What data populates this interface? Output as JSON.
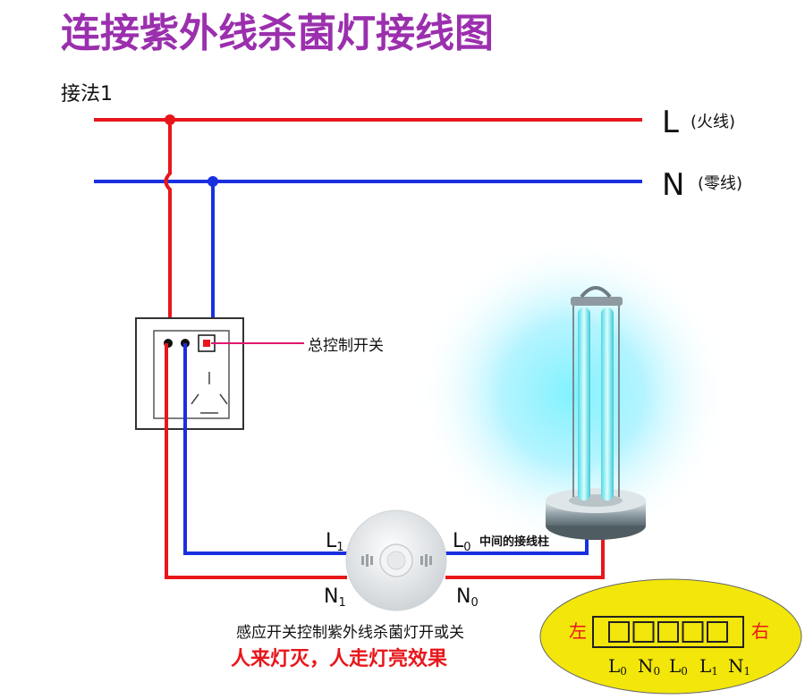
{
  "title": "连接紫外线杀菌灯接线图",
  "method": "接法1",
  "lines": {
    "live_letter": "L",
    "live_name": "(火线)",
    "neutral_letter": "N",
    "neutral_name": "(零线)"
  },
  "colors": {
    "live": "#e8161b",
    "neutral": "#1a2fe0",
    "title": "#9b2fae",
    "callout": "#e0186e",
    "note": "#e8161b",
    "panel": "#f2e60a"
  },
  "switch_callout": "总控制开关",
  "sensor": {
    "L1": "L",
    "L1_sub": "1",
    "L0": "L",
    "L0_sub": "0",
    "N1": "N",
    "N1_sub": "1",
    "N0": "N",
    "N0_sub": "0",
    "terminal_note": "中间的接线柱"
  },
  "caption": "感应开关控制紫外线杀菌灯开或关",
  "effect": "人来灯灭，人走灯亮效果",
  "terminal_panel": {
    "left": "左",
    "right": "右",
    "slots": 5,
    "labels": [
      "L0",
      "N0",
      "L0",
      "L1",
      "N1"
    ]
  }
}
